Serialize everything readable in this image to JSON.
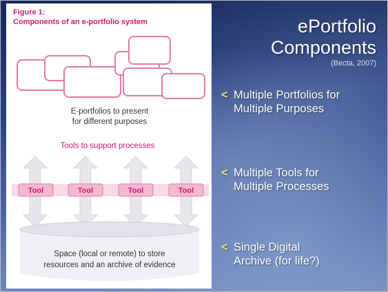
{
  "figure": {
    "title_line1": "Figure 1:",
    "title_line2": "Components of an e-portfolio system",
    "portfolios_text_line1": "E-portfolios to present",
    "portfolios_text_line2": "for different purposes",
    "tools_heading": "Tools to support processes",
    "tool_label": "Tool",
    "tools": [
      "Tool",
      "Tool",
      "Tool",
      "Tool"
    ],
    "storage_text_line1": "Space (local or remote) to store",
    "storage_text_line2": "resources and an archive of evidence"
  },
  "slide": {
    "title_line1": "ePortfolio",
    "title_line2": "Components",
    "citation": "(Becta, 2007)",
    "bullet_marker": "<",
    "bullets": [
      {
        "line1": "Multiple Portfolios for",
        "line2": "Multiple Purposes"
      },
      {
        "line1": "Multiple Tools for",
        "line2": "Multiple Processes"
      },
      {
        "line1": "Single Digital",
        "line2": "Archive (for life?)"
      }
    ]
  },
  "colors": {
    "magenta": "#d2186e",
    "pink_outline": "#e37aa8",
    "tool_fill": "#f1b9d0",
    "arrow_fill": "#e6e6ec",
    "disk_fill": "#ececf2",
    "bullet_marker": "#f1e58a",
    "background": "#2a4080"
  }
}
